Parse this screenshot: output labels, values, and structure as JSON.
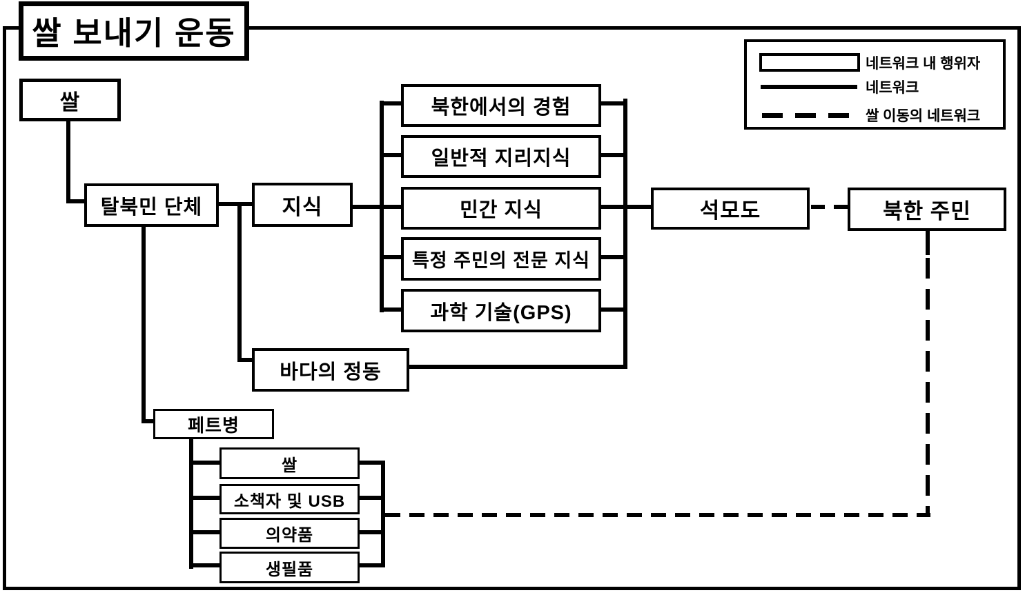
{
  "title": "쌀 보내기 운동",
  "legend": {
    "items": [
      {
        "swatch": "actor-box",
        "label": "네트워크 내 행위자"
      },
      {
        "swatch": "solid-line",
        "label": "네트워크"
      },
      {
        "swatch": "dashed-line",
        "label": "쌀 이동의 네트워크"
      }
    ]
  },
  "nodes": {
    "rice": "쌀",
    "defector_group": "탈북민 단체",
    "knowledge": "지식",
    "knowledge_items": [
      "북한에서의 경험",
      "일반적 지리지식",
      "민간 지식",
      "특정 주민의 전문 지식",
      "과학 기술(GPS)"
    ],
    "sea_affect": "바다의 정동",
    "seokmodo": "석모도",
    "nk_residents": "북한 주민",
    "pet_bottle": "페트병",
    "bottle_contents": [
      "쌀",
      "소책자 및 USB",
      "의약품",
      "생필품"
    ]
  },
  "colors": {
    "line": "#000000",
    "background": "#ffffff"
  }
}
